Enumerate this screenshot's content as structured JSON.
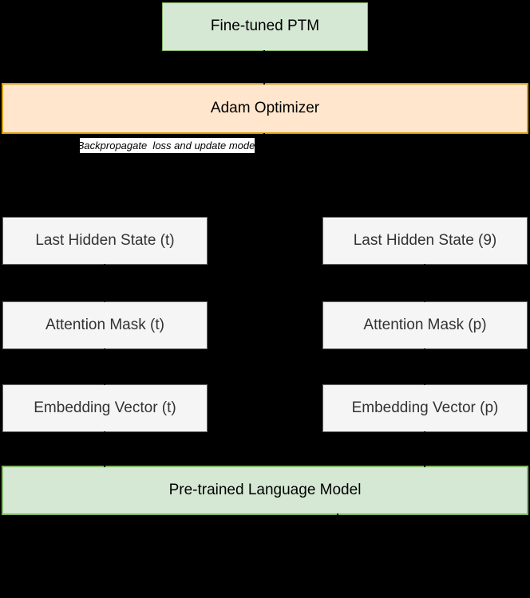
{
  "palette": {
    "background": "#000000",
    "green_fill": "#d5e8d4",
    "green_border": "#82b366",
    "orange_fill": "#ffe6cc",
    "orange_border": "#d79b00",
    "gray_fill": "#f5f5f5",
    "gray_border": "#666666",
    "gray_text": "#333333",
    "note_bg": "#ffffff",
    "text": "#000000"
  },
  "nodes": {
    "fine_tuned_ptm": "Fine-tuned PTM",
    "adam_optimizer": "Adam Optimizer",
    "backprop_note": "Backpropagate  loss and update model",
    "last_hidden_state_t": "Last Hidden State (t)",
    "last_hidden_state_p": "Last Hidden State (9)",
    "attention_mask_t": "Attention Mask (t)",
    "attention_mask_p": "Attention Mask (p)",
    "embedding_vector_t": "Embedding Vector (t)",
    "embedding_vector_p": "Embedding Vector (p)",
    "pretrained_lm": "Pre-trained Language Model"
  }
}
